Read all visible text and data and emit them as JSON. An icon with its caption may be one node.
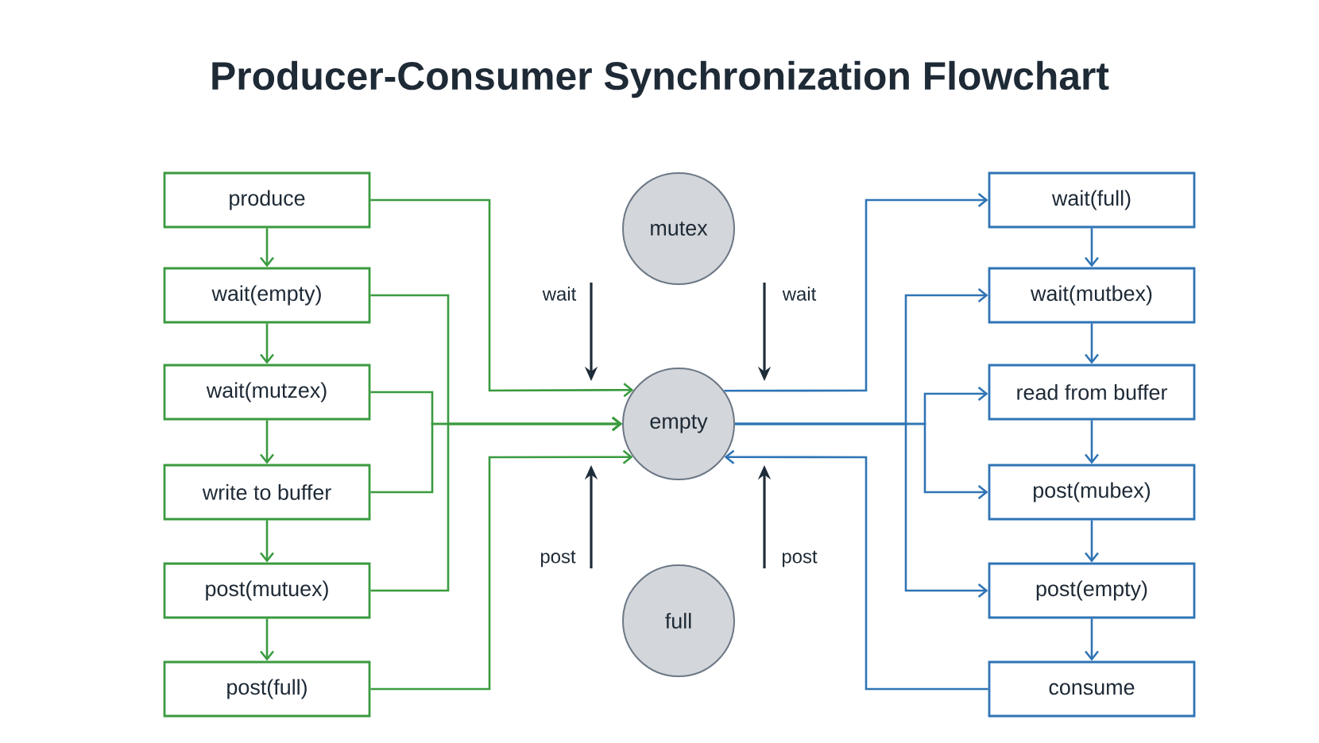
{
  "diagram": {
    "title": "Producer-Consumer Synchronization Flowchart",
    "nodes": [
      {
        "text": [
          "produce"
        ]
      },
      {
        "text": [
          "wait(empty)"
        ]
      },
      {
        "text": [
          "wait(mutzex)"
        ]
      },
      {
        "text": [
          "write to buffer"
        ]
      },
      {
        "text": [
          "post(mutuex)"
        ]
      },
      {
        "text": [
          "post(full)"
        ]
      },
      {
        "text": [
          "mutex"
        ]
      },
      {
        "text": [
          "empty"
        ]
      },
      {
        "text": [
          "full"
        ]
      },
      {
        "text": [
          "wait(full)"
        ]
      },
      {
        "text": [
          "wait(mutbex)"
        ]
      },
      {
        "text": [
          "read from buffer"
        ]
      },
      {
        "text": [
          "post(mubex)"
        ]
      },
      {
        "text": [
          "post(empty)"
        ]
      },
      {
        "text": [
          "consume"
        ]
      }
    ],
    "edges": [
      {
        "from": 0,
        "to": 1,
        "arrow": "to"
      },
      {
        "from": 1,
        "to": 2,
        "arrow": "to"
      },
      {
        "from": 2,
        "to": 3,
        "arrow": "to"
      },
      {
        "from": 3,
        "to": 4,
        "arrow": "to"
      },
      {
        "from": 4,
        "to": 5,
        "arrow": "to"
      },
      {
        "from": 0,
        "to": 7,
        "arrow": "to"
      },
      {
        "from": 1,
        "to": 7,
        "arrow": "to"
      },
      {
        "from": 4,
        "to": 7,
        "arrow": "to"
      },
      {
        "from": 2,
        "to": 7,
        "arrow": "to"
      },
      {
        "from": 3,
        "to": 7,
        "arrow": "to"
      },
      {
        "from": 5,
        "to": 7,
        "arrow": "to"
      },
      {
        "from": 9,
        "to": 10,
        "arrow": "to",
        "color": "#2f74b5"
      },
      {
        "from": 10,
        "to": 11,
        "arrow": "to",
        "color": "#2f74b5"
      },
      {
        "from": 11,
        "to": 12,
        "arrow": "to",
        "color": "#2f74b5"
      },
      {
        "from": 12,
        "to": 13,
        "arrow": "to",
        "color": "#2f74b5"
      },
      {
        "from": 13,
        "to": 14,
        "arrow": "to",
        "color": "#2f74b5"
      },
      {
        "from": 7,
        "to": 9,
        "arrow": "to",
        "color": "#2f74b5"
      },
      {
        "from": 7,
        "to": 10,
        "arrow": "to",
        "color": "#2f74b5"
      },
      {
        "from": 7,
        "to": 11,
        "arrow": "to",
        "color": "#2f74b5"
      },
      {
        "from": 7,
        "to": 12,
        "arrow": "to",
        "color": "#2f74b5"
      },
      {
        "from": 7,
        "to": 13,
        "arrow": "to",
        "color": "#2f74b5"
      },
      {
        "from": 14,
        "to": 7,
        "arrow": "to",
        "color": "#2f74b5"
      }
    ],
    "labels": [
      "wait",
      "wait",
      "post",
      "post"
    ]
  }
}
